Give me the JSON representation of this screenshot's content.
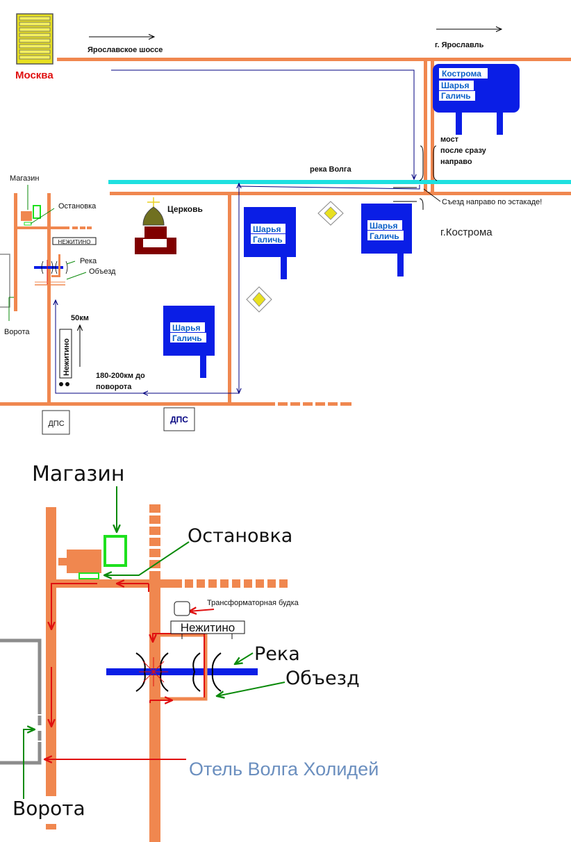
{
  "colors": {
    "road": "#f0874f",
    "river": "#1ee0e0",
    "sign_blue": "#0a1ee6",
    "sign_label_text": "#0a5fc8",
    "route_arrow": "#000080",
    "moscow_red": "#e01010",
    "hotel_blue": "#6b8fbf",
    "pointer_green": "#0a8a0a",
    "marker_red": "#e01010",
    "fence_gray": "#8c8c8c",
    "church_body": "#800000",
    "church_dome": "#707020",
    "diamond_yellow": "#e8e020"
  },
  "overview": {
    "city_moscow": "Москва",
    "road_yaroslavl": "Ярославское шоссе",
    "to_yaroslavl": "г. Ярославль",
    "river_volga": "река Волга",
    "bridge_note": [
      "мост",
      "после сразу",
      "направо"
    ],
    "exit_note": "Съезд  направо по эстакаде!",
    "city_kostroma": "г.Кострома",
    "church": "Церковь",
    "shop": "Магазин",
    "bus_stop": "Остановка",
    "village_sign": "НЕЖИТИНО",
    "river": "Река",
    "detour": "Объезд",
    "gate": "Ворота",
    "distance_50": "50км",
    "village_vertical": "Нежитино",
    "distance_turn": [
      "180-200км до",
      "поворота"
    ],
    "dps_left": "ДПС",
    "dps_right": "ДПС",
    "sign_kostroma": [
      "Кострома",
      "Шарья",
      "Галичь"
    ],
    "sign_a": [
      "Шарья",
      "Галичь"
    ],
    "sign_b": [
      "Шарья",
      "Галичь"
    ],
    "sign_c": [
      "Шарья",
      "Галичь"
    ]
  },
  "detail": {
    "shop": "Магазин",
    "bus_stop": "Остановка",
    "transformer": "Трансформаторная будка",
    "village_sign": "Нежитино",
    "river": "Река",
    "detour": "Объезд",
    "hotel": "Отель Волга Холидей",
    "gate": "Ворота"
  }
}
